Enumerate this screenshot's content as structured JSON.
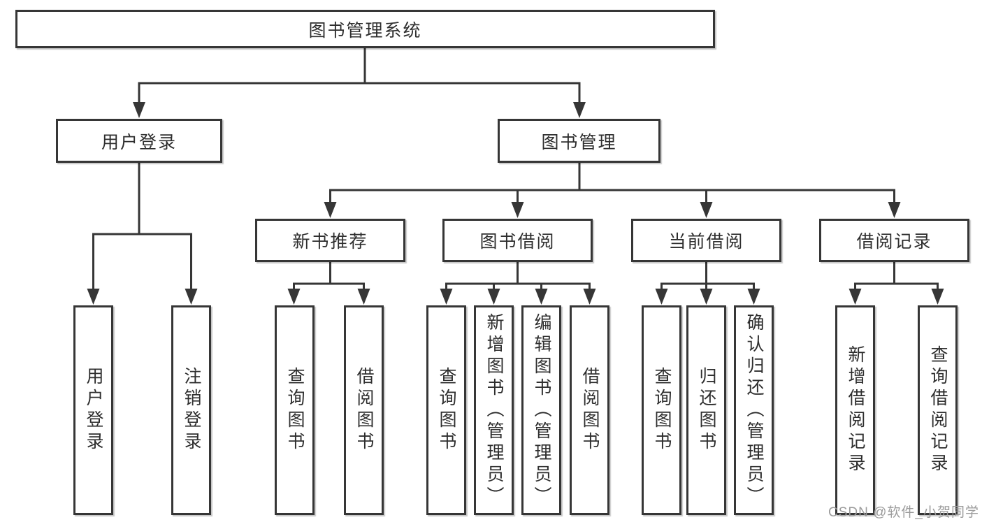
{
  "diagram": {
    "root": "图书管理系统",
    "level2": [
      "用户登录",
      "图书管理"
    ],
    "level3": [
      "新书推荐",
      "图书借阅",
      "当前借阅",
      "借阅记录"
    ],
    "leaves": {
      "user_login": [
        "用户登录",
        "注销登录"
      ],
      "new_book_recommend": [
        "查询图书",
        "借阅图书"
      ],
      "book_borrow": [
        "查询图书",
        "新增图书（管理员）",
        "编辑图书（管理员）",
        "借阅图书"
      ],
      "current_borrow": [
        "查询图书",
        "归还图书",
        "确认归还（管理员）"
      ],
      "borrow_records": [
        "新增借阅记录",
        "查询借阅记录"
      ]
    }
  },
  "watermark": "CSDN @软件_小贺同学",
  "colors": {
    "line": "#363636",
    "text": "#2e2e2e",
    "box_background": "#ffffff",
    "watermark_text": "#9b9b9b",
    "page_background": "#ffffff"
  }
}
